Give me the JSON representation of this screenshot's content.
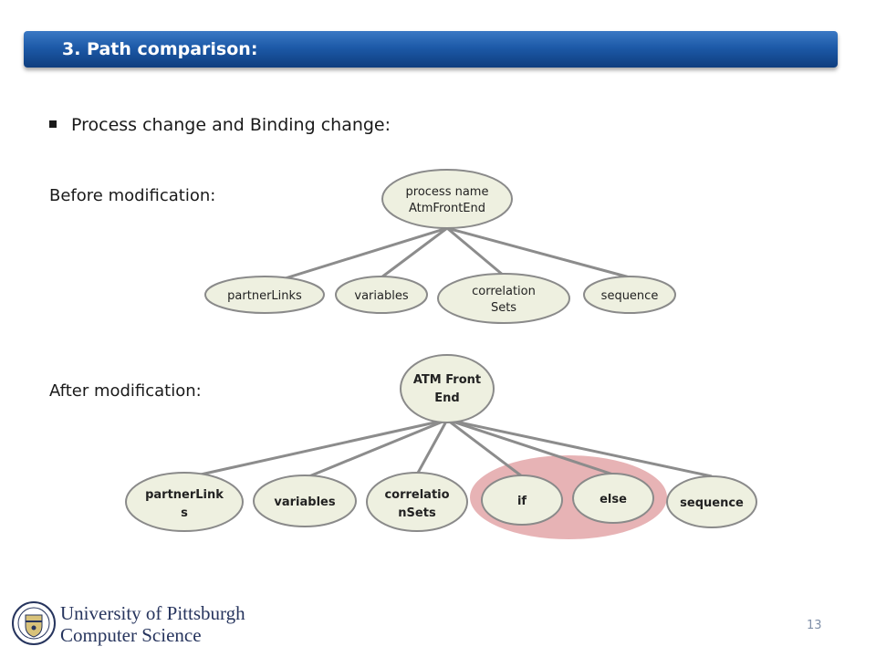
{
  "header": {
    "title": "3. Path comparison:"
  },
  "bullet": {
    "text": "Process change and Binding change:"
  },
  "labels": {
    "before": "Before modification:",
    "after": "After modification:"
  },
  "before_tree": {
    "root_lines": [
      "process name",
      "AtmFrontEnd"
    ],
    "children": [
      [
        "partnerLinks"
      ],
      [
        "variables"
      ],
      [
        "correlation",
        "Sets"
      ],
      [
        "sequence"
      ]
    ]
  },
  "after_tree": {
    "root_lines": [
      "ATM Front",
      "End"
    ],
    "children": [
      [
        "partnerLink",
        "s"
      ],
      [
        "variables"
      ],
      [
        "correlatio",
        "nSets"
      ],
      [
        "if"
      ],
      [
        "else"
      ],
      [
        "sequence"
      ]
    ],
    "highlight_color": "#e3a6a8"
  },
  "colors": {
    "node_fill": "#eef0e0",
    "node_stroke": "#8a8a8a",
    "edge": "#8c8c8c"
  },
  "footer": {
    "university": "University of Pittsburgh",
    "department": "Computer Science",
    "page_number": "13"
  }
}
